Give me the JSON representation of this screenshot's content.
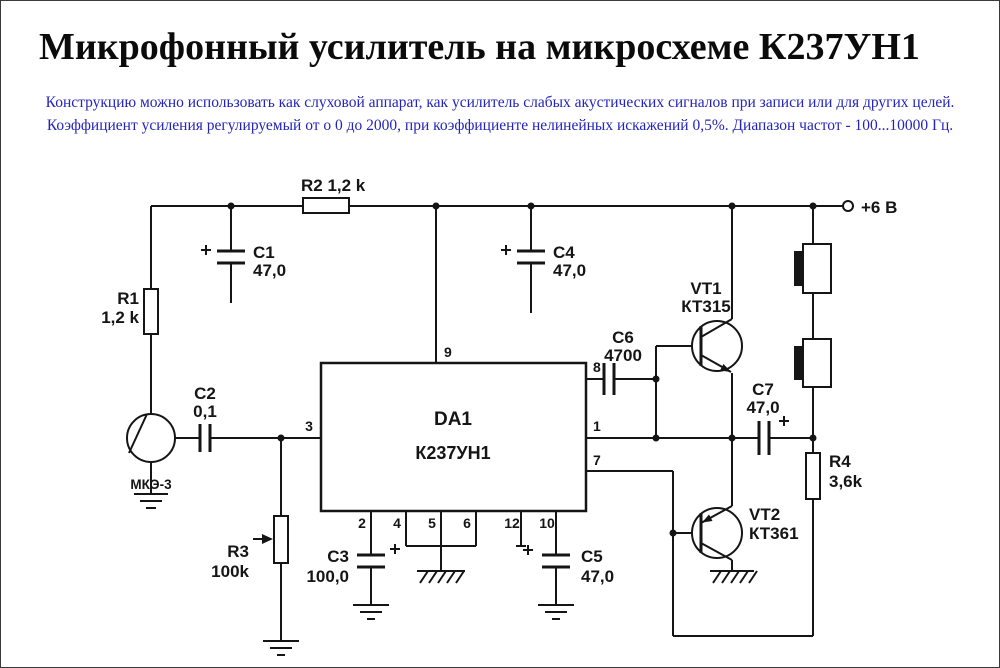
{
  "page": {
    "title": "Микрофонный усилитель на микросхеме К237УН1",
    "description_line1": "Конструкцию можно использовать как слуховой аппарат, как усилитель слабых акустических сигналов при записи или для других целей.",
    "description_line2": "Коэффициент усиления регулируемый от о 0 до 2000, при коэффициенте нелинейных искажений 0,5%.  Диапазон частот - 100...10000 Гц.",
    "description_color": "#2424bb"
  },
  "schematic": {
    "power_label": "+6 В",
    "ic": {
      "name": "DA1",
      "part": "К237УН1"
    },
    "mic_label": "МКЭ-3",
    "r1": {
      "name": "R1",
      "value": "1,2 k"
    },
    "r2": {
      "label": "R2 1,2 k"
    },
    "r3": {
      "name": "R3",
      "value": "100k"
    },
    "r4": {
      "name": "R4",
      "value": "3,6k"
    },
    "c1": {
      "name": "C1",
      "value": "47,0"
    },
    "c2": {
      "name": "C2",
      "value": "0,1"
    },
    "c3": {
      "name": "C3",
      "value": "100,0"
    },
    "c4": {
      "name": "C4",
      "value": "47,0"
    },
    "c5": {
      "name": "C5",
      "value": "47,0"
    },
    "c6": {
      "name": "C6",
      "value": "4700"
    },
    "c7": {
      "name": "C7",
      "value": "47,0"
    },
    "vt1": {
      "name": "VT1",
      "value": "КТ315"
    },
    "vt2": {
      "name": "VT2",
      "value": "КТ361"
    },
    "pins": {
      "p1": "1",
      "p2": "2",
      "p3": "3",
      "p4": "4",
      "p5": "5",
      "p6": "6",
      "p7": "7",
      "p8": "8",
      "p9": "9",
      "p10": "10",
      "p12": "12"
    }
  }
}
